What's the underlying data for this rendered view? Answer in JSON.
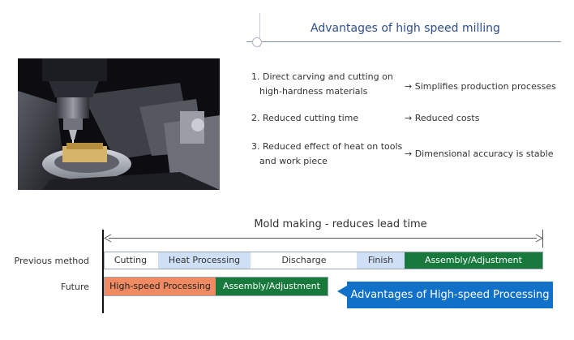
{
  "title": "Advantages of high speed milling",
  "advantages": [
    {
      "lines": [
        "1. Direct carving and cutting on",
        "high-hardness materials"
      ],
      "result": "→ Simplifies production processes"
    },
    {
      "lines": [
        "2. Reduced cutting time"
      ],
      "result": "→ Reduced costs"
    },
    {
      "lines": [
        "3. Reduced effect of heat on tools",
        "and work piece"
      ],
      "result": "→ Dimensional accuracy is stable"
    }
  ],
  "timeline": {
    "title": "Mold making - reduces lead time",
    "previous": {
      "label": "Previous method",
      "segments": [
        "Cutting",
        "Heat Processing",
        "Discharge",
        "Finish",
        "Assembly/Adjustment"
      ]
    },
    "future": {
      "label": "Future",
      "segments": [
        "High-speed Processing",
        "Assembly/Adjustment"
      ]
    },
    "callout": "Advantages of High-speed Processing"
  },
  "colors": {
    "title_text": "#2e4e8e",
    "heat_finish_fill": "#cfe0f6",
    "assembly_fill": "#177a3c",
    "high_speed_fill": "#ef8a63",
    "callout_fill": "#1170c7"
  },
  "photo": {
    "icon": "milling-machine-photo"
  }
}
